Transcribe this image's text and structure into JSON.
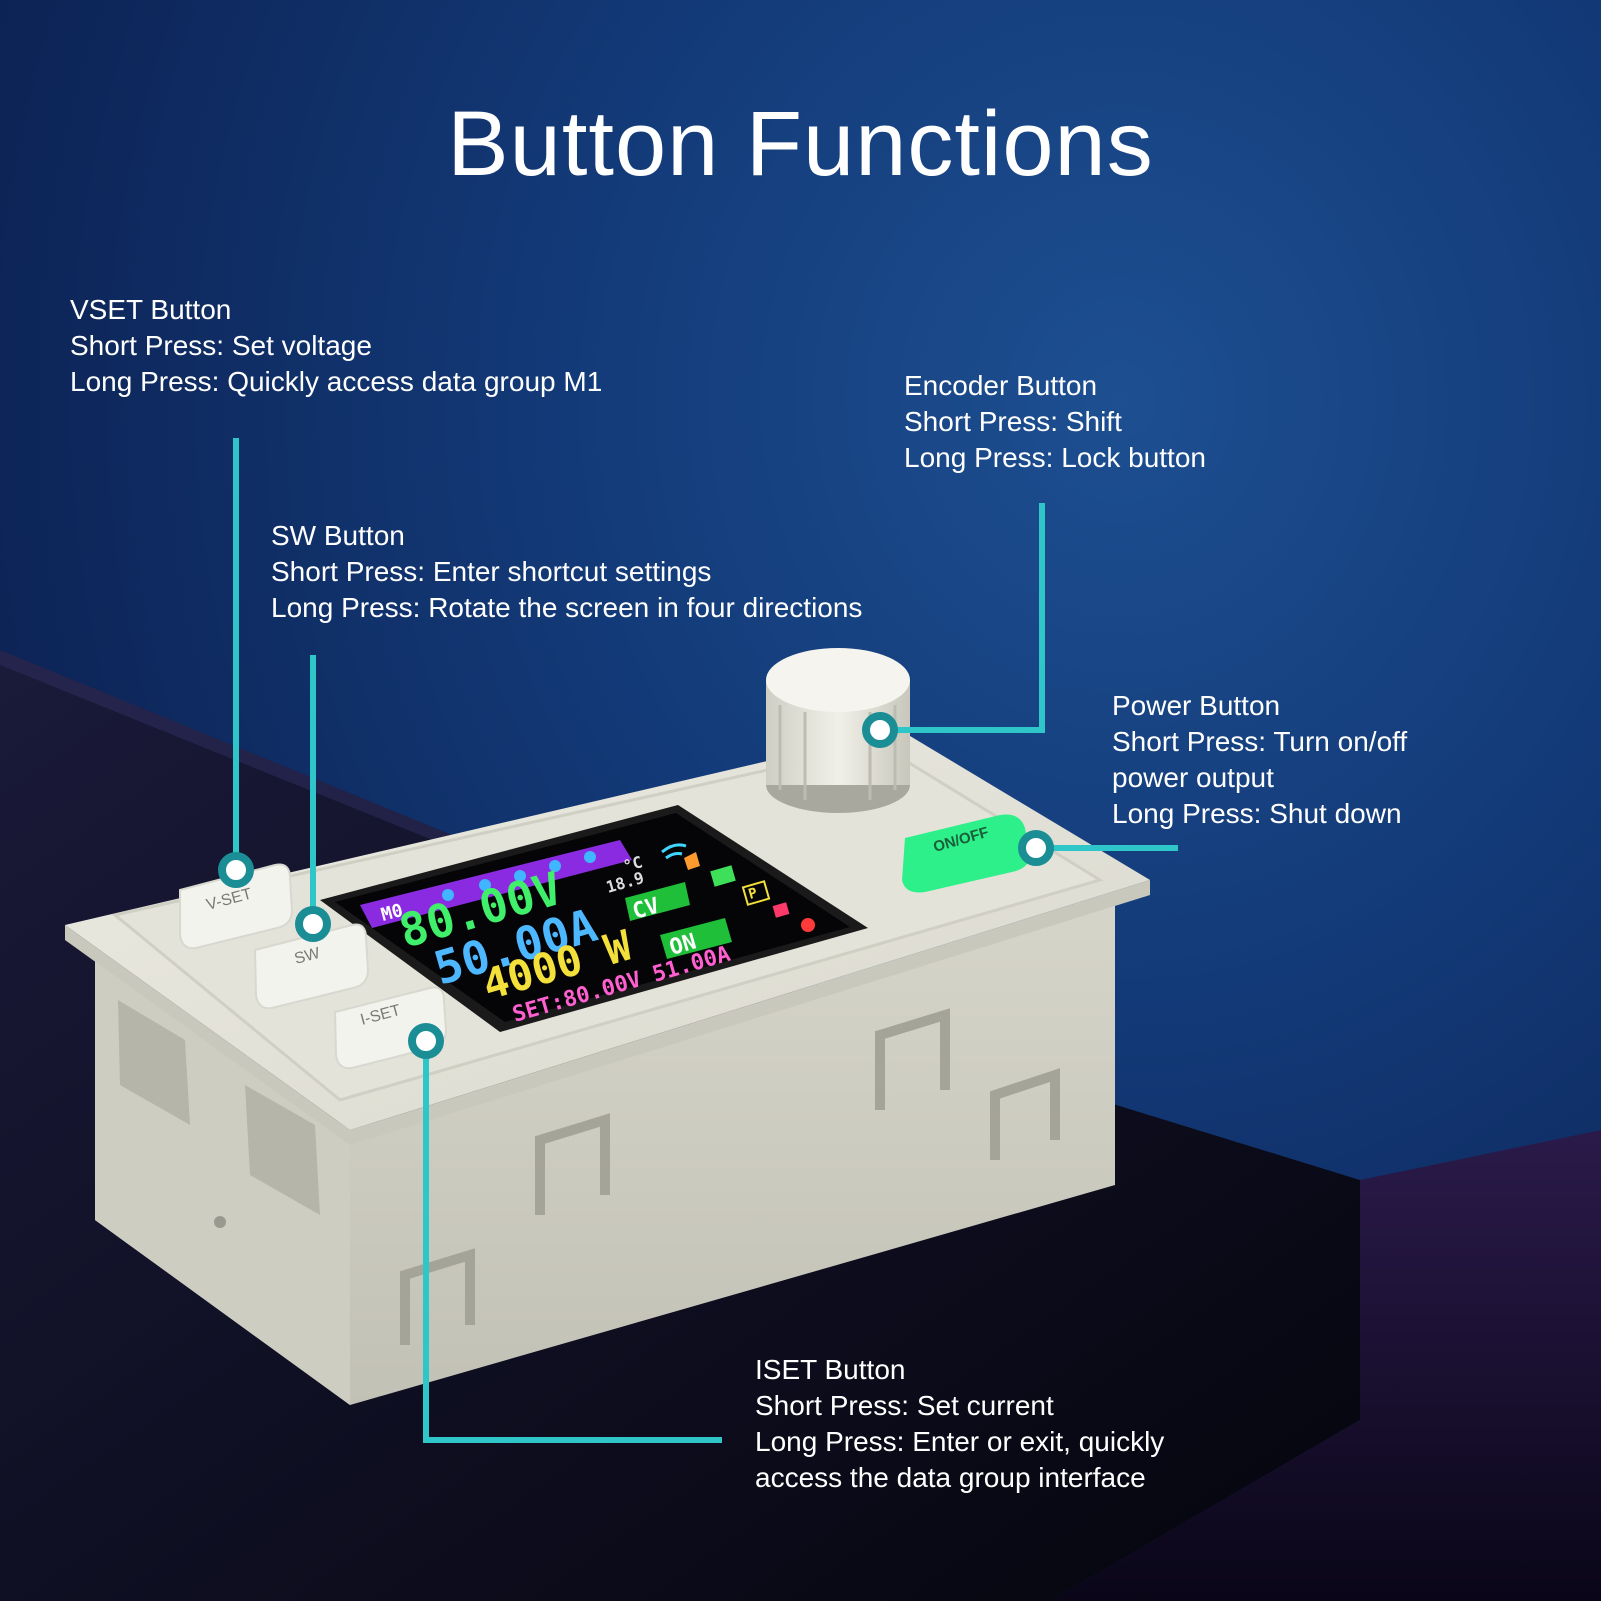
{
  "title": "Button Functions",
  "callouts": {
    "vset": {
      "heading": "VSET Button",
      "lines": [
        "Short Press: Set voltage",
        "Long Press: Quickly access data group M1"
      ]
    },
    "sw": {
      "heading": "SW Button",
      "lines": [
        "Short Press: Enter shortcut settings",
        "Long Press: Rotate the screen in four directions"
      ]
    },
    "encoder": {
      "heading": "Encoder Button",
      "lines": [
        "Short Press: Shift",
        "Long Press: Lock button"
      ]
    },
    "power": {
      "heading": "Power Button",
      "lines": [
        "Short Press: Turn on/off",
        "power output",
        "Long Press: Shut down"
      ]
    },
    "iset": {
      "heading": "ISET Button",
      "lines": [
        "Short Press: Set current",
        "Long Press: Enter or exit, quickly",
        "access the data group interface"
      ]
    }
  },
  "device": {
    "buttons": {
      "vset": "V-SET",
      "sw": "SW",
      "iset": "I-SET",
      "power": "ON/OFF"
    },
    "screen": {
      "group": "M0",
      "voltage": "80.00V",
      "current": "50.00A",
      "power": "4000 W",
      "temperature": "°C\n18.9",
      "temp_value": "18.9",
      "temp_unit": "°C",
      "mode": "CV",
      "output_state": "ON",
      "setpoint": "SET:80.00V 51.00A",
      "protect": "P"
    }
  },
  "colors": {
    "accent": "#1fb5b8",
    "power_button": "#2ef08a",
    "voltage_text": "#41f06a",
    "current_text": "#4db8ff",
    "power_text": "#f3e03a",
    "set_text": "#ff5fd0",
    "group_bar": "#8a2be2"
  }
}
